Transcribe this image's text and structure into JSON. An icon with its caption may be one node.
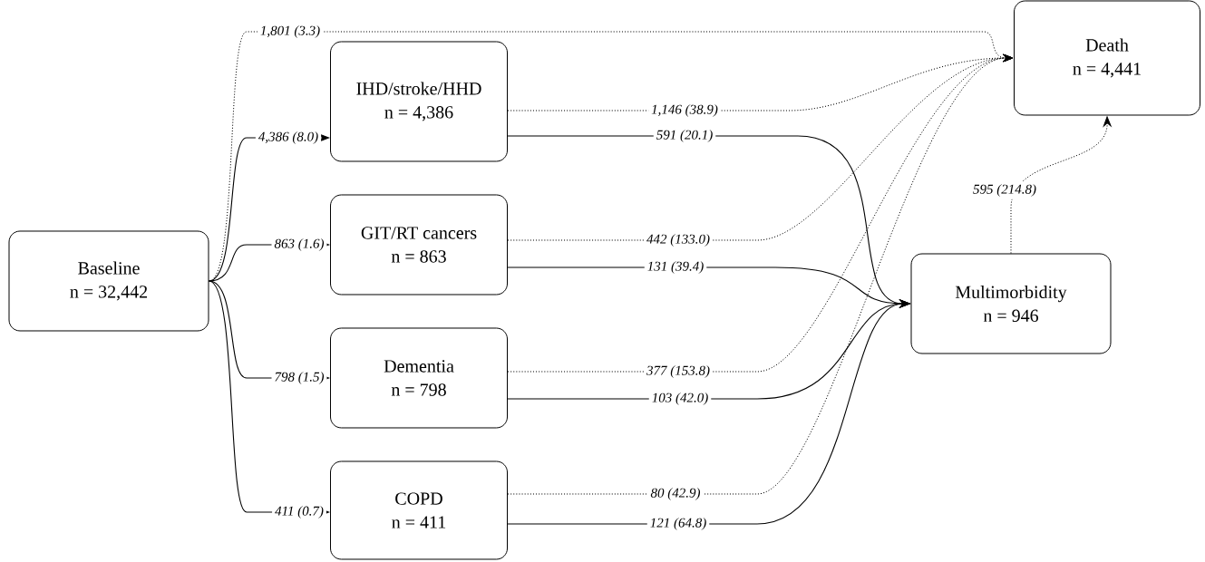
{
  "diagram": {
    "nodes": [
      {
        "text": [
          "Baseline",
          "n = 32,442"
        ]
      },
      {
        "text": [
          "IHD/stroke/HHD",
          "n = 4,386"
        ]
      },
      {
        "text": [
          "GIT/RT cancers",
          "n = 863"
        ]
      },
      {
        "text": [
          "Dementia",
          "n = 798"
        ]
      },
      {
        "text": [
          "COPD",
          "n = 411"
        ]
      },
      {
        "text": [
          "Death",
          "n = 4,441"
        ]
      },
      {
        "text": [
          "Multimorbidity",
          "n = 946"
        ]
      }
    ],
    "edges": [
      {
        "from": 0,
        "to": 5,
        "arrow": "to",
        "label": "1,801 (3.3)",
        "style": "dashed"
      },
      {
        "from": 0,
        "to": 1,
        "arrow": "to",
        "label": "4,386 (8.0)"
      },
      {
        "from": 0,
        "to": 2,
        "arrow": "to",
        "label": "863 (1.6)"
      },
      {
        "from": 0,
        "to": 3,
        "arrow": "to",
        "label": "798 (1.5)"
      },
      {
        "from": 0,
        "to": 4,
        "arrow": "to",
        "label": "411 (0.7)"
      },
      {
        "from": 1,
        "to": 5,
        "arrow": "to",
        "label": "1,146 (38.9)",
        "style": "dashed"
      },
      {
        "from": 1,
        "to": 6,
        "arrow": "to",
        "label": "591 (20.1)"
      },
      {
        "from": 2,
        "to": 5,
        "arrow": "to",
        "label": "442 (133.0)",
        "style": "dashed"
      },
      {
        "from": 2,
        "to": 6,
        "arrow": "to",
        "label": "131 (39.4)"
      },
      {
        "from": 3,
        "to": 5,
        "arrow": "to",
        "label": "377 (153.8)",
        "style": "dashed"
      },
      {
        "from": 3,
        "to": 6,
        "arrow": "to",
        "label": "103 (42.0)"
      },
      {
        "from": 4,
        "to": 5,
        "arrow": "to",
        "label": "80 (42.9)",
        "style": "dashed"
      },
      {
        "from": 4,
        "to": 6,
        "arrow": "to",
        "label": "121 (64.8)"
      },
      {
        "from": 6,
        "to": 5,
        "arrow": "to",
        "label": "595 (214.8)",
        "style": "dashed"
      }
    ]
  }
}
